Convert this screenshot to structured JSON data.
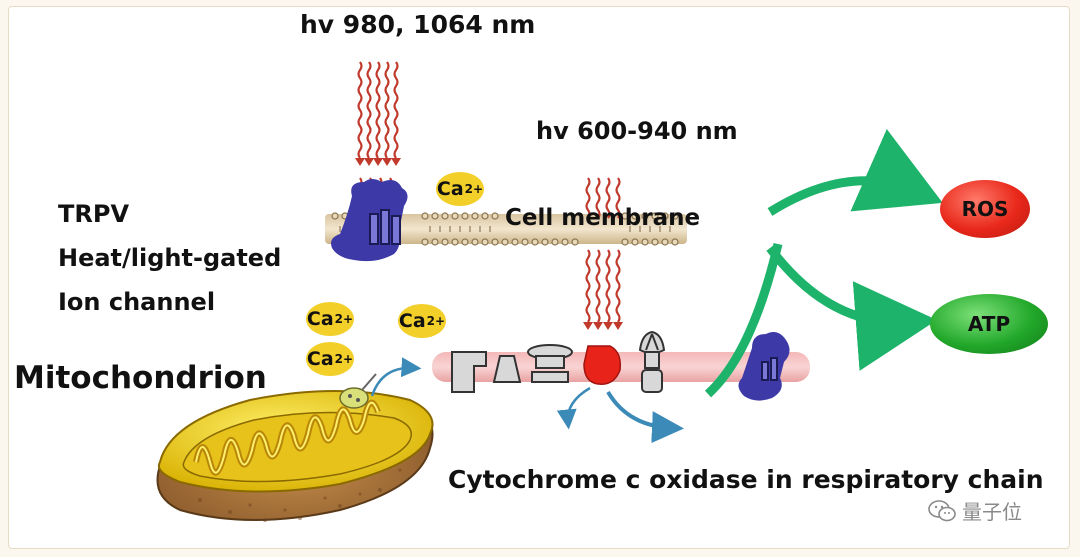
{
  "labels": {
    "hv_ir": "hv 980, 1064 nm",
    "hv_red": "hv 600-940 nm",
    "trpv_lines": [
      "TRPV",
      "Heat/light-gated",
      "Ion channel"
    ],
    "cell_membrane": "Cell membrane",
    "mitochondrion": "Mitochondrion",
    "cytochrome": "Cytochrome c oxidase in respiratory chain",
    "ros": "ROS",
    "atp": "ATP"
  },
  "calcium": {
    "symbol": "Ca",
    "charge": "2+"
  },
  "watermark": {
    "text": "量子位",
    "icon": "wechat-icon"
  },
  "colors": {
    "ros": "#e8281a",
    "atp": "#22a82a",
    "photon_wave": "#c0392b",
    "channel_protein": "#3d3aa8",
    "calcium": "#f3cf2a",
    "green_arrow": "#1db36a",
    "blue_arrow": "#3b8ab8"
  }
}
